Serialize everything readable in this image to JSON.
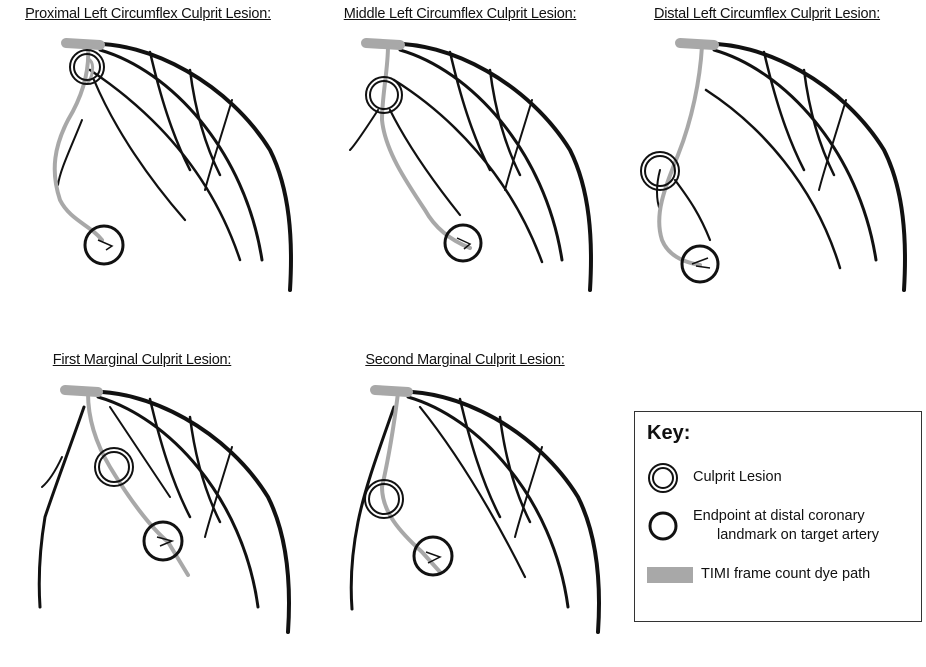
{
  "panels": [
    {
      "title": "Proximal Left Circumflex Culprit Lesion:"
    },
    {
      "title": "Middle Left Circumflex Culprit Lesion:"
    },
    {
      "title": "Distal Left Circumflex Culprit Lesion:"
    },
    {
      "title": "First Marginal Culprit Lesion:"
    },
    {
      "title": "Second Marginal Culprit Lesion:"
    }
  ],
  "key": {
    "title": "Key:",
    "culprit_lesion": "Culprit Lesion",
    "endpoint_line1": "Endpoint at distal coronary",
    "endpoint_line2": "landmark on target artery",
    "dye_path": "TIMI frame count dye path"
  },
  "colors": {
    "vessel": "#111111",
    "dye": "#a8a8a8"
  },
  "icons": [
    "culprit-lesion-double-circle-icon",
    "endpoint-circle-icon",
    "dye-path-swatch-icon"
  ]
}
